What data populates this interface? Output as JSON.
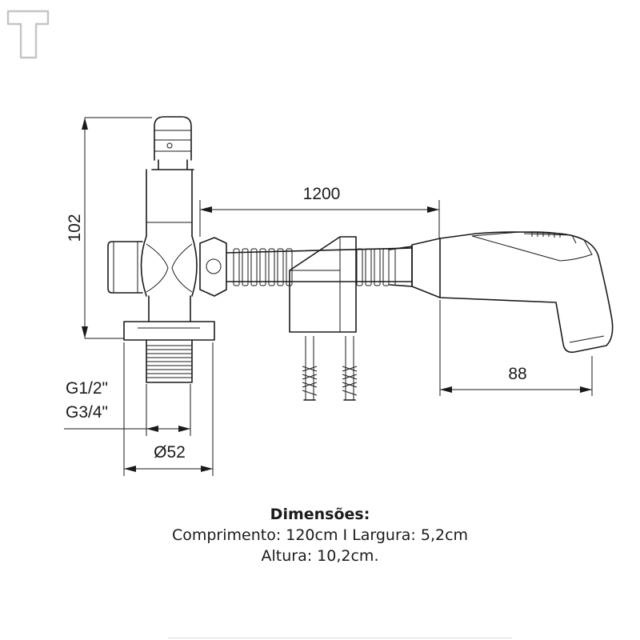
{
  "dimensions": {
    "hose_length": "1200",
    "total_height": "102",
    "shower_head_width": "88",
    "diameter": "Ø52",
    "thread_size_1": "G1/2\"",
    "thread_size_2": "G3/4\""
  },
  "caption": {
    "heading": "Dimensões:",
    "line1": "Comprimento: 120cm I Largura: 5,2cm",
    "line2": "Altura: 10,2cm."
  }
}
